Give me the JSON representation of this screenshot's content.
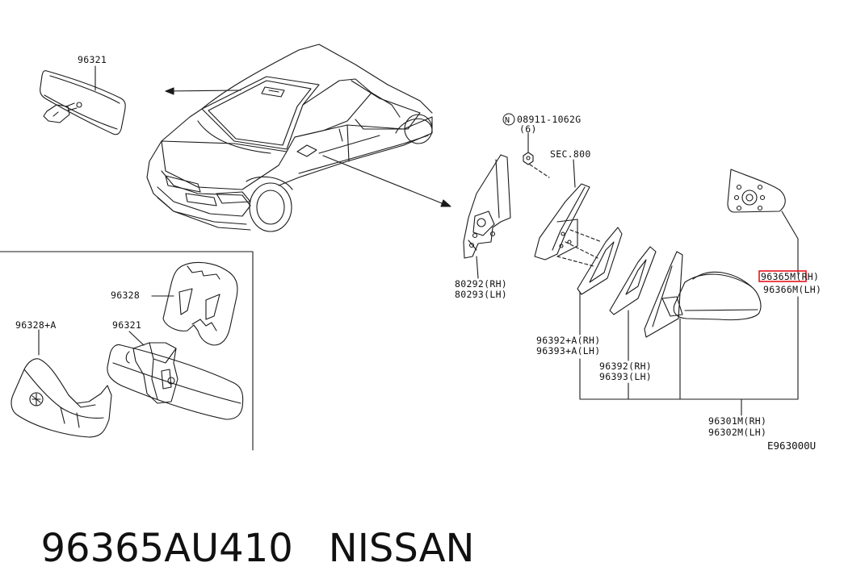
{
  "diagram": {
    "labels": {
      "p96321_top": "96321",
      "p96328": "96328",
      "p96328a": "96328+A",
      "p96321_inset": "96321",
      "p08911": "08911-1062G",
      "p08911_n": "N",
      "p08911_qty": "(6)",
      "sec800": "SEC.800",
      "p80292": "80292(RH)",
      "p80293": "80293(LH)",
      "p96365": "96365M(RH)",
      "p96366": "96366M(LH)",
      "p96392a": "96392+A(RH)",
      "p96393a": "96393+A(LH)",
      "p96392": "96392(RH)",
      "p96393": "96393(LH)",
      "p96301": "96301M(RH)",
      "p96302": "96302M(LH)",
      "figure_ref": "E963000U"
    },
    "highlight": {
      "part": "96365M",
      "color": "#e8141b"
    },
    "line_color": "#1a1a1a"
  },
  "caption": {
    "part_number": "96365AU410",
    "brand": "NISSAN"
  }
}
